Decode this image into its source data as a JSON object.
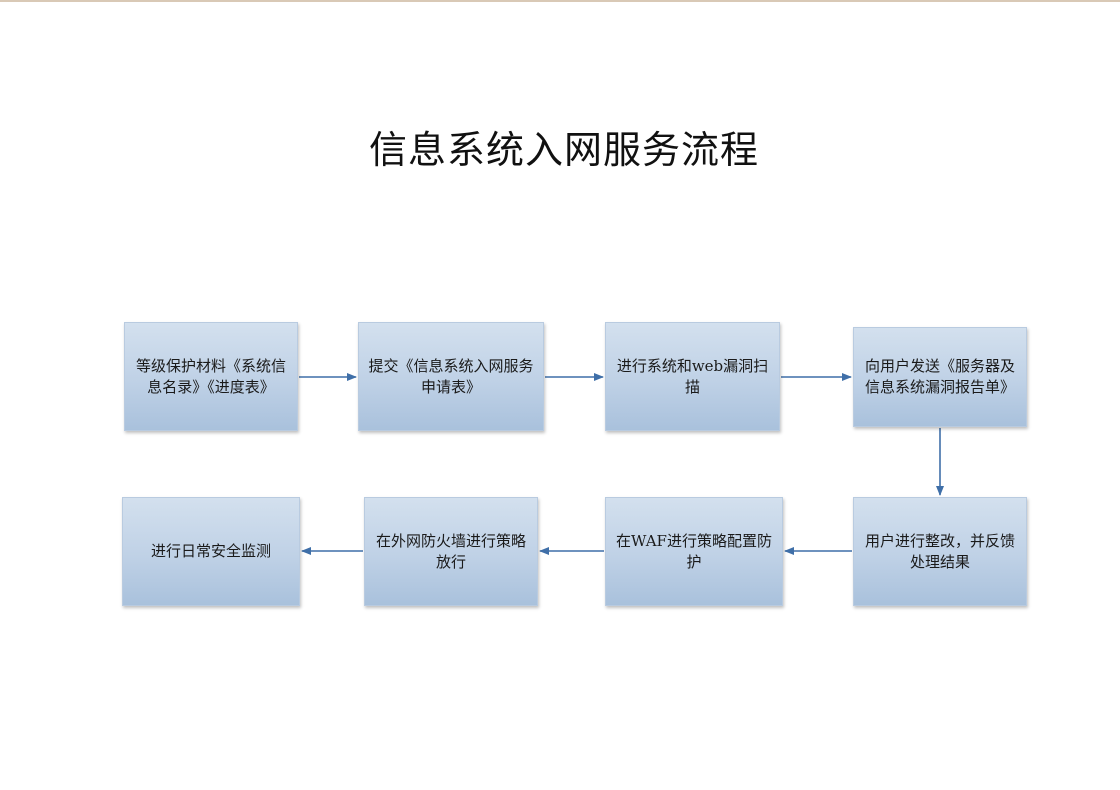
{
  "title": "信息系统入网服务流程",
  "nodes": [
    {
      "id": "n1",
      "label": "等级保护材料《系统信息名录》《进度表》"
    },
    {
      "id": "n2",
      "label": "提交《信息系统入网服务申请表》"
    },
    {
      "id": "n3",
      "label": "进行系统和web漏洞扫描"
    },
    {
      "id": "n4",
      "label": "向用户发送《服务器及信息系统漏洞报告单》"
    },
    {
      "id": "n5",
      "label": "用户进行整改，并反馈处理结果"
    },
    {
      "id": "n6",
      "label": "在WAF进行策略配置防护"
    },
    {
      "id": "n7",
      "label": "在外网防火墙进行策略放行"
    },
    {
      "id": "n8",
      "label": "进行日常安全监测"
    }
  ],
  "edges": [
    {
      "from": "n1",
      "to": "n2"
    },
    {
      "from": "n2",
      "to": "n3"
    },
    {
      "from": "n3",
      "to": "n4"
    },
    {
      "from": "n4",
      "to": "n5"
    },
    {
      "from": "n5",
      "to": "n6"
    },
    {
      "from": "n6",
      "to": "n7"
    },
    {
      "from": "n7",
      "to": "n8"
    }
  ],
  "colors": {
    "node_fill": "#bfd1e6",
    "arrow": "#3f6fa8"
  }
}
